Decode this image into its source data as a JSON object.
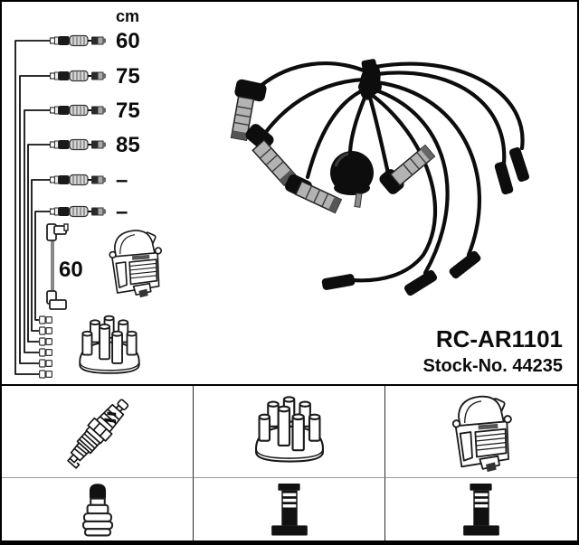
{
  "header": {
    "unit": "cm"
  },
  "cable_diagram": {
    "lengths_cm": [
      "60",
      "75",
      "75",
      "85",
      "–",
      "–"
    ],
    "coil_wire_length_cm": "60",
    "icons": [
      "ignition-cable-icon",
      "coil-wire-icon",
      "ignition-coil-icon",
      "distributor-cap-icon",
      "cap-terminal-icon"
    ]
  },
  "product": {
    "code": "RC-AR1101",
    "stock": "Stock-No. 44235",
    "photo": "ignition-cable-set-photo"
  },
  "kit_contents_table": {
    "row1_icons": [
      "spark-plug-icon",
      "distributor-cap-icon",
      "ignition-coil-icon"
    ],
    "row2_icons": [
      "plug-terminal-nut-icon",
      "stud-terminal-icon",
      "stud-terminal-icon"
    ]
  },
  "colors": {
    "background": "#ffffff",
    "line_art": "#1a1a1a",
    "photo_ink": "#0d0d0d",
    "metal": "#b3b3b3",
    "border": "#000000"
  }
}
